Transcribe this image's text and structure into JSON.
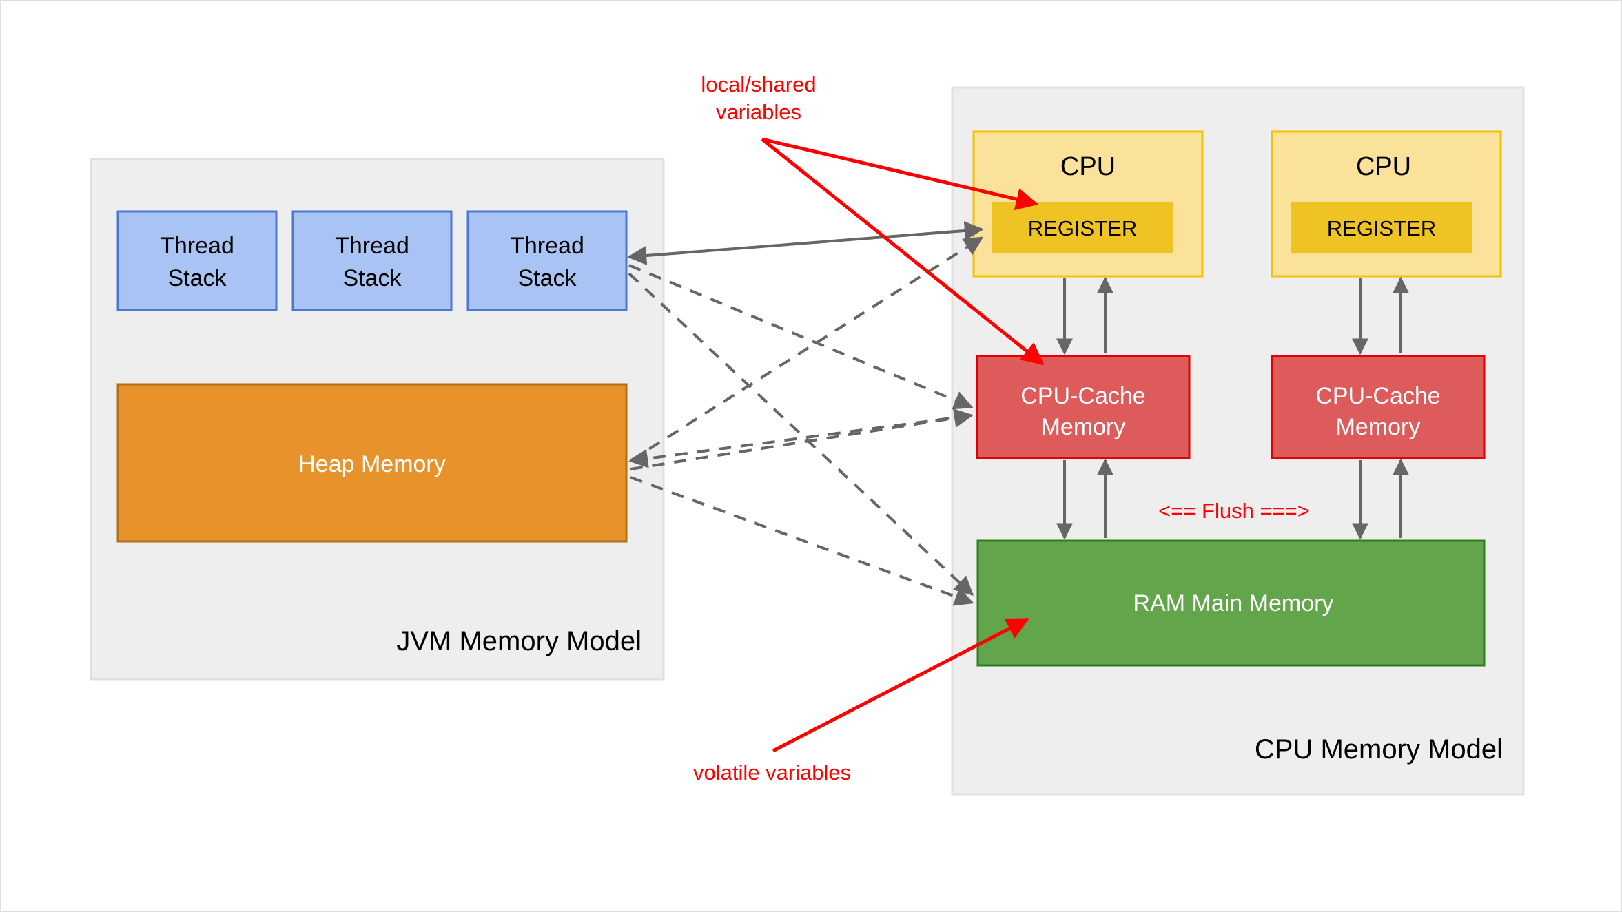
{
  "diagram": {
    "title_jvm": "JVM Memory Model",
    "title_cpu": "CPU Memory Model",
    "colors": {
      "panel_bg": "#eeeeee",
      "panel_border": "#dddddd",
      "thread_stack_fill": "#a9c4f4",
      "thread_stack_stroke": "#4a77d4",
      "heap_fill": "#e8922c",
      "heap_stroke": "#b36f16",
      "cpu_fill": "#fbe29a",
      "cpu_stroke": "#f2c200",
      "register_fill": "#efc324",
      "cache_fill": "#dd5b5b",
      "cache_stroke": "#e00000",
      "ram_fill": "#63a54a",
      "ram_stroke": "#2e7d1e",
      "annotation_red": "#ff0000",
      "arrow_gray": "#666666",
      "canvas_bg": "#ffffff"
    },
    "jvm_panel": {
      "label": "JVM Memory Model",
      "thread_stacks": [
        {
          "line1": "Thread",
          "line2": "Stack"
        },
        {
          "line1": "Thread",
          "line2": "Stack"
        },
        {
          "line1": "Thread",
          "line2": "Stack"
        }
      ],
      "heap": {
        "label": "Heap Memory"
      }
    },
    "cpu_panel": {
      "label": "CPU Memory Model",
      "cpus": [
        {
          "label": "CPU",
          "register_label": "REGISTER"
        },
        {
          "label": "CPU",
          "register_label": "REGISTER"
        }
      ],
      "caches": [
        {
          "line1": "CPU-Cache",
          "line2": "Memory"
        },
        {
          "line1": "CPU-Cache",
          "line2": "Memory"
        }
      ],
      "ram": {
        "label": "RAM Main Memory"
      },
      "flush_label": "<== Flush ===>"
    },
    "annotations": [
      {
        "id": "local-shared",
        "line1": "local/shared",
        "line2": "variables"
      },
      {
        "id": "volatile",
        "line1": "volatile variables",
        "line2": ""
      }
    ]
  }
}
